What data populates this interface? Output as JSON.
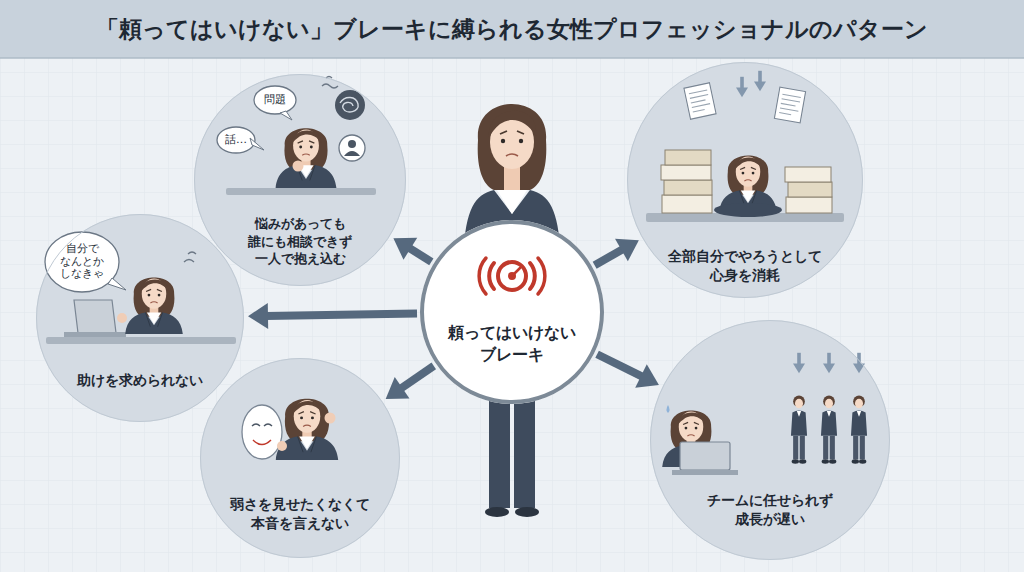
{
  "diagram": {
    "title": "「頼ってはいけない」ブレーキに縛られる女性プロフェッショナルのパターン",
    "nodes": [
      {
        "text": [
          "頼ってはいけない ブレーキ"
        ]
      },
      {
        "text": [
          "悩みがあっても 誰にも相談できず 一人で抱え込む"
        ]
      },
      {
        "text": [
          "全部自分でやろうとして 心身を消耗"
        ]
      },
      {
        "text": [
          "助けを求められない"
        ]
      },
      {
        "text": [
          "弱さを見せたくなくて 本音を言えない"
        ]
      },
      {
        "text": [
          "チームに任せられず 成長が遅い"
        ]
      }
    ],
    "edges": [
      {
        "from": 0,
        "to": 1,
        "arrow": "to"
      },
      {
        "from": 0,
        "to": 2,
        "arrow": "to"
      },
      {
        "from": 0,
        "to": 3,
        "arrow": "to"
      },
      {
        "from": 0,
        "to": 4,
        "arrow": "to"
      },
      {
        "from": 0,
        "to": 5,
        "arrow": "to"
      }
    ],
    "labels": [
      "問題",
      "話…",
      "自分で なんとか しなきゃ"
    ]
  }
}
